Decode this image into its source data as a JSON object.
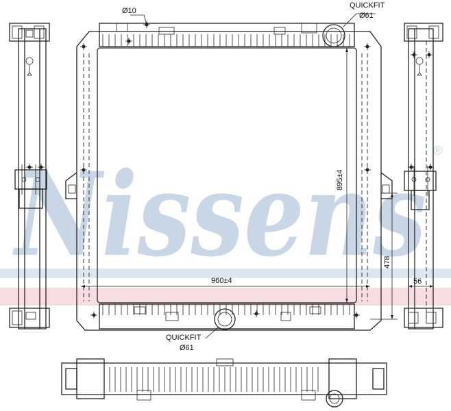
{
  "watermark": {
    "brand": "Nissens",
    "mark": "®",
    "color": "#c9d6e6",
    "band_blue": "#dce6f0",
    "band_pink": "#f6dde2"
  },
  "labels": {
    "hole_dia": "Ø10",
    "quickfit_top": "QUICKFIT",
    "quickfit_top_dia": "Ø61",
    "quickfit_bottom": "QUICKFIT",
    "quickfit_bottom_dia": "Ø61",
    "height_dim": "895±4",
    "width_dim": "960±4",
    "side_dim": "478",
    "depth_dim": "56"
  }
}
